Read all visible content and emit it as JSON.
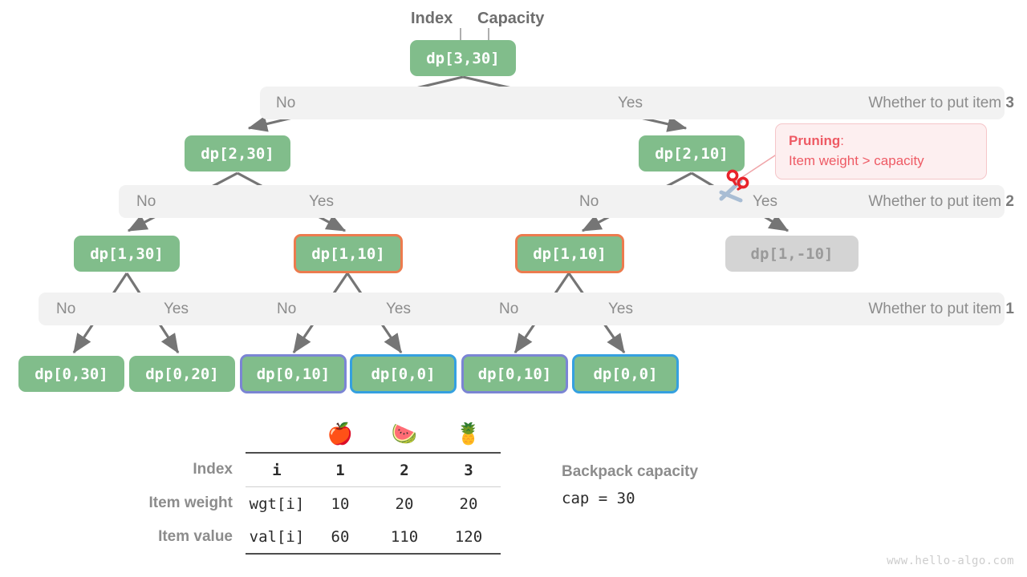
{
  "annotations": {
    "index_label": "Index",
    "capacity_label": "Capacity"
  },
  "nodes": {
    "root": "dp[3,30]",
    "l2_left": "dp[2,30]",
    "l2_right": "dp[2,10]",
    "l3_a": "dp[1,30]",
    "l3_b": "dp[1,10]",
    "l3_c": "dp[1,10]",
    "l3_d": "dp[1,-10]",
    "l4_a": "dp[0,30]",
    "l4_b": "dp[0,20]",
    "l4_c": "dp[0,10]",
    "l4_d": "dp[0,0]",
    "l4_e": "dp[0,10]",
    "l4_f": "dp[0,0]"
  },
  "bands": {
    "item3": {
      "no": "No",
      "yes": "Yes",
      "question_prefix": "Whether to put item ",
      "question_item": "3"
    },
    "item2": {
      "no_left": "No",
      "yes_left": "Yes",
      "no_right": "No",
      "yes_right": "Yes",
      "question_prefix": "Whether to put item ",
      "question_item": "2"
    },
    "item1": {
      "no_1": "No",
      "yes_1": "Yes",
      "no_2": "No",
      "yes_2": "Yes",
      "no_3": "No",
      "yes_3": "Yes",
      "question_prefix": "Whether to put item ",
      "question_item": "1"
    }
  },
  "pruning_callout": {
    "title": "Pruning",
    "title_suffix": ":",
    "detail": "Item weight > capacity"
  },
  "table": {
    "emoji_row": [
      "",
      "",
      "apple-icon",
      "watermelon-icon",
      "pineapple-icon"
    ],
    "emoji_glyphs": [
      "🍎",
      "🍉",
      "🍍"
    ],
    "rows": [
      {
        "head": "Index",
        "label": "i",
        "values": [
          "1",
          "2",
          "3"
        ]
      },
      {
        "head": "Item weight",
        "label": "wgt[i]",
        "values": [
          "10",
          "20",
          "20"
        ]
      },
      {
        "head": "Item value",
        "label": "val[i]",
        "values": [
          "60",
          "110",
          "120"
        ]
      }
    ]
  },
  "capacity_note": {
    "title": "Backpack capacity",
    "value": "cap = 30"
  },
  "watermark": "www.hello-algo.com",
  "colors": {
    "node_green": "#81bd8b",
    "node_pruned": "#d4d4d4",
    "border_orange": "#ec7b4e",
    "border_purple": "#7b85d4",
    "border_blue": "#35a0e0",
    "band_bg": "#f2f2f2",
    "edge_gray": "#757575",
    "pruning_red": "#ee5a64",
    "label_gray": "#8c8c8c"
  }
}
